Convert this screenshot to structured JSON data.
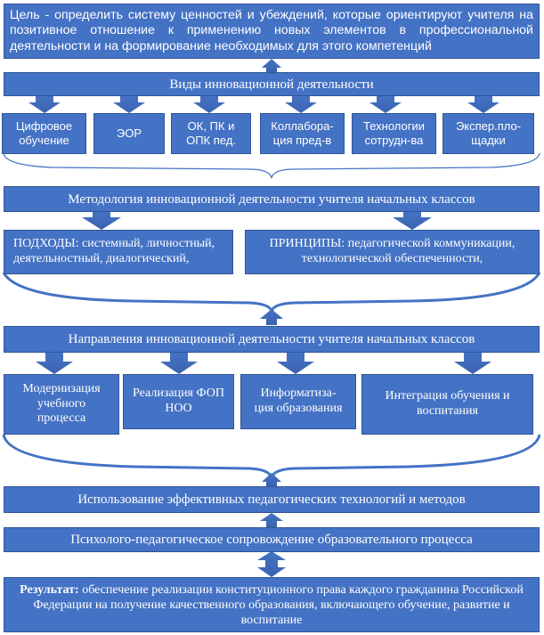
{
  "goal": "Цель - определить систему ценностей и убеждений, которые ориентируют учителя на позитивное отношение к применению новых элементов в профессиональной деятельности и на формирование необходимых для этого компетенций",
  "types": {
    "title": "Виды инновационной деятельности",
    "items": [
      [
        "Цифровое",
        "обучение"
      ],
      [
        "ЭОР"
      ],
      [
        "ОК, ПК и",
        "ОПК  пед."
      ],
      [
        "Коллабора-",
        "ция пред-в"
      ],
      [
        "Технологии",
        "сотрудн-ва"
      ],
      [
        "Экспер.пло-",
        "щадки"
      ]
    ]
  },
  "methodology": {
    "title": "Методология инновационной деятельности учителя начальных классов",
    "approaches_label": "ПОДХОДЫ:",
    "approaches_text": " системный, личностный,",
    "approaches_line2": "деятельностный, диалогический,",
    "principles_label": "ПРИНЦИПЫ:",
    "principles_text": " педагогической коммуникации,",
    "principles_line2": "технологической обеспеченности,"
  },
  "directions": {
    "title": "Направления инновационной деятельности учителя начальных классов",
    "items": [
      [
        "Модернизация",
        "учебного",
        "процесса"
      ],
      [
        "Реализация ФОП",
        "НОО"
      ],
      [
        "Информатиза-",
        "ция образования"
      ],
      [
        "Интеграция обучения и",
        "воспитания"
      ]
    ]
  },
  "technologies": "Использование эффективных педагогических технологий и методов",
  "support": "Психолого-педагогическое сопровождение образовательного процесса",
  "result": {
    "label": "Результат:",
    "text": " обеспечение реализации конституционного права каждого гражданина Российской Федерации на получение качественного образования, включающего обучение, развитие и воспитание"
  },
  "colors": {
    "box_fill": "#4472c4",
    "box_border": "#2f5597",
    "text": "#ffffff",
    "brace": "#4472c4"
  }
}
